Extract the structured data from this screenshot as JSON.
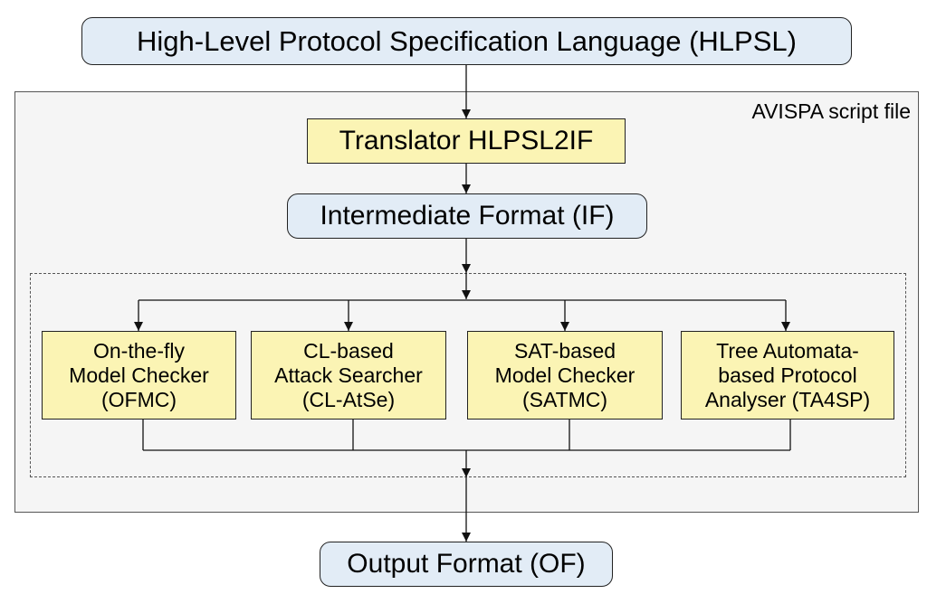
{
  "diagram": {
    "title_box": "High-Level Protocol Specification Language (HLPSL)",
    "container_label": "AVISPA script file",
    "translator": "Translator HLPSL2IF",
    "intermediate": "Intermediate Format (IF)",
    "tools": [
      {
        "lines": [
          "On-the-fly",
          "Model Checker",
          "(OFMC)"
        ]
      },
      {
        "lines": [
          "CL-based",
          "Attack Searcher",
          "(CL-AtSe)"
        ]
      },
      {
        "lines": [
          "SAT-based",
          "Model Checker",
          "(SATMC)"
        ]
      },
      {
        "lines": [
          "Tree Automata-",
          "based Protocol",
          "Analyser (TA4SP)"
        ]
      }
    ],
    "output": "Output Format (OF)"
  }
}
